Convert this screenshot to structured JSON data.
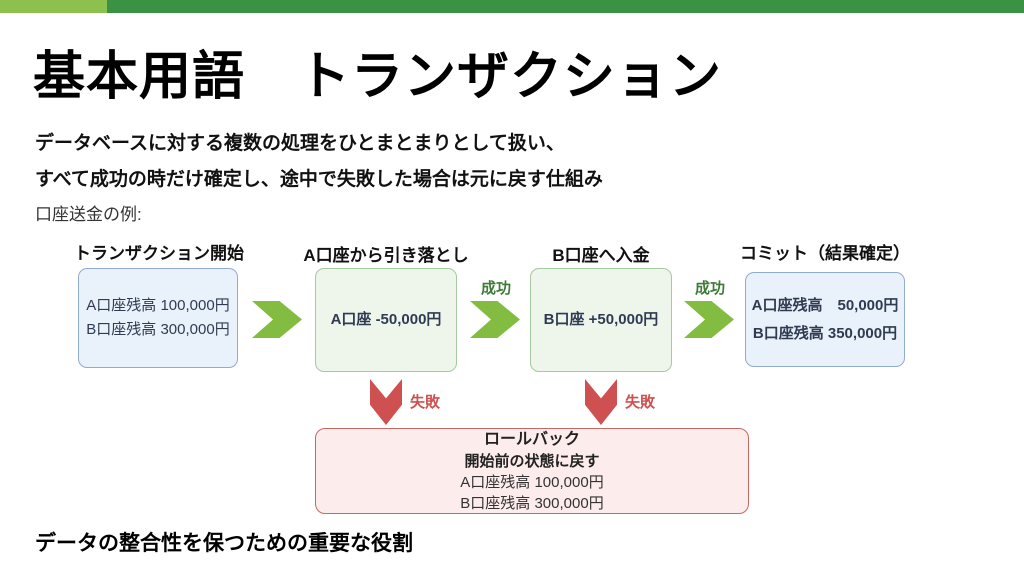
{
  "slide": {
    "title": "基本用語　トランザクション",
    "description_line1": "データベースに対する複数の処理をひとまとまりとして扱い、",
    "description_line2": "すべて成功の時だけ確定し、途中で失敗した場合は元に戻す仕組み",
    "example_label": "口座送金の例:",
    "footer": "データの整合性を保つための重要な役割"
  },
  "diagram": {
    "steps": [
      {
        "label": "トランザクション開始",
        "lines": [
          "A口座残高 100,000円",
          "B口座残高 300,000円"
        ],
        "style": "blue"
      },
      {
        "label": "A口座から引き落とし",
        "lines": [
          "A口座 -50,000円"
        ],
        "style": "green"
      },
      {
        "label": "B口座へ入金",
        "lines": [
          "B口座 +50,000円"
        ],
        "style": "green"
      },
      {
        "label": "コミット（結果確定）",
        "lines": [
          "A口座残高　50,000円",
          "B口座残高 350,000円"
        ],
        "style": "blue"
      }
    ],
    "success_label": "成功",
    "fail_label": "失敗",
    "rollback": {
      "title": "ロールバック",
      "subtitle": "開始前の状態に戻す",
      "lines": [
        "A口座残高 100,000円",
        "B口座残高 300,000円"
      ]
    }
  },
  "colors": {
    "accent_light_green": "#8DC04E",
    "accent_dark_green": "#3A9245",
    "flow_arrow_green": "#82BC41",
    "success_text_green": "#3E7B36",
    "fail_red": "#CF5050",
    "blue_box_fill": "#E9F1FA",
    "blue_box_border": "#92ABD1",
    "green_box_fill": "#EEF6EC",
    "green_box_border": "#A5C9A1",
    "rollback_fill": "#FCEDEC",
    "rollback_border": "#C96762"
  }
}
